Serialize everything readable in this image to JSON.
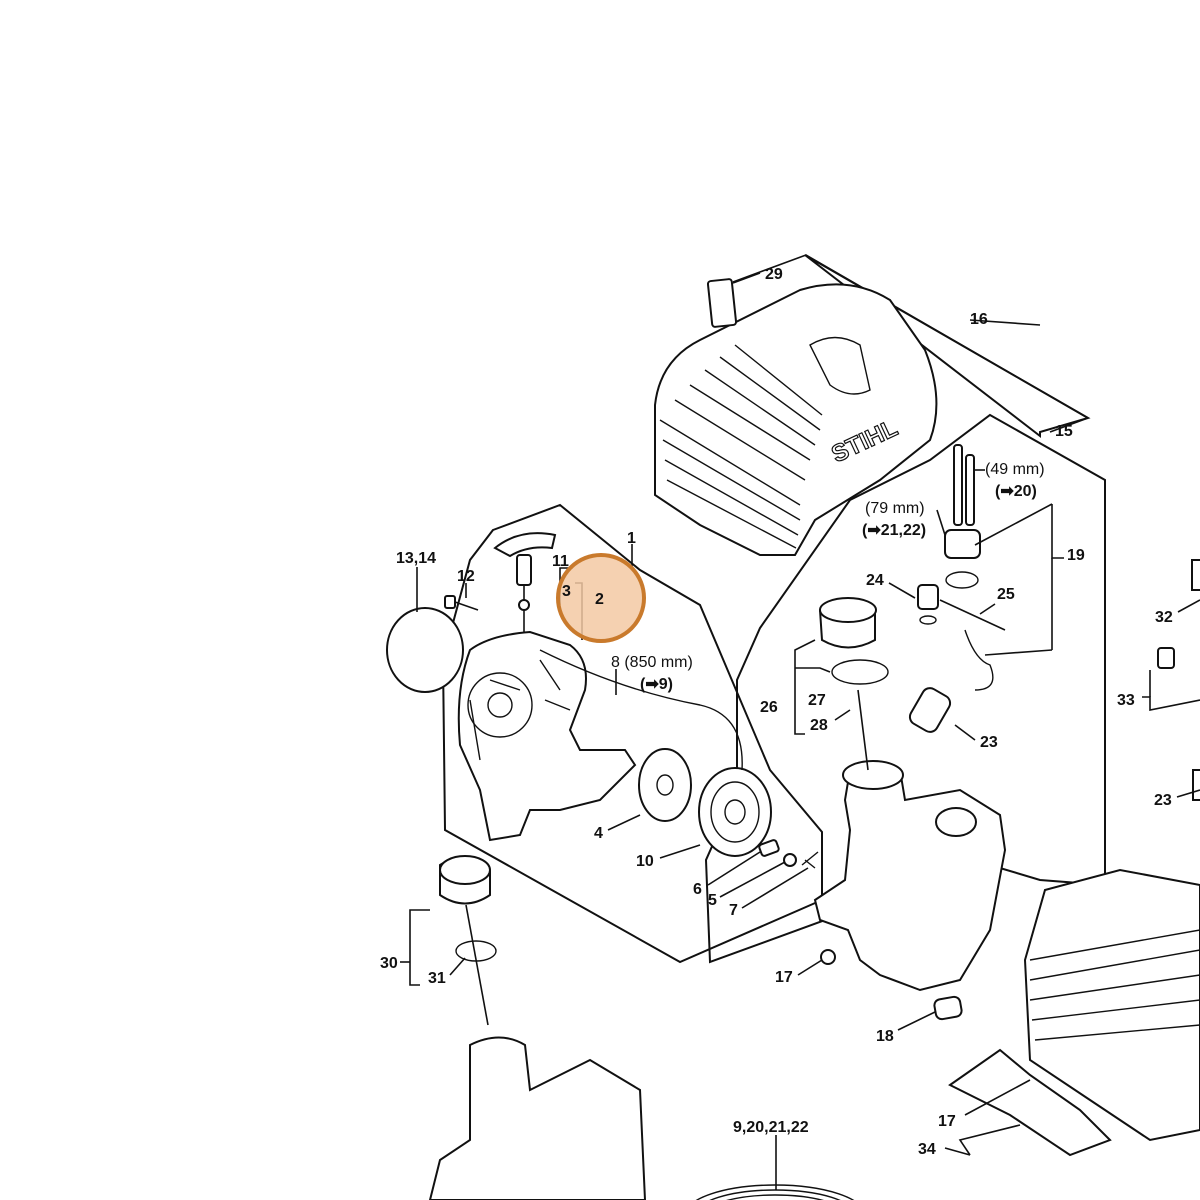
{
  "diagram": {
    "labels": {
      "l29": "29",
      "l16": "16",
      "l15": "15",
      "l49": "(49 mm)",
      "l20": "(➡20)",
      "l79": "(79 mm)",
      "l2122": "(➡21,22)",
      "l19": "19",
      "l1314": "13,14",
      "l12": "12",
      "l11": "11",
      "l1": "1",
      "l3": "3",
      "l2": "2",
      "l8": "8 (850 mm)",
      "l9": "(➡9)",
      "l24": "24",
      "l25": "25",
      "l26": "26",
      "l27": "27",
      "l28": "28",
      "l23a": "23",
      "l32": "32",
      "l33": "33",
      "l23b": "23",
      "l4": "4",
      "l10": "10",
      "l6": "6",
      "l5": "5",
      "l7": "7",
      "l30": "30",
      "l31": "31",
      "l17a": "17",
      "l18": "18",
      "l17b": "17",
      "l34": "34",
      "l9202122": "9,20,21,22",
      "brand": "STIHL"
    },
    "colors": {
      "highlight_fill": "#f3c9a3",
      "highlight_stroke": "#c97a2c",
      "line": "#111111"
    }
  }
}
